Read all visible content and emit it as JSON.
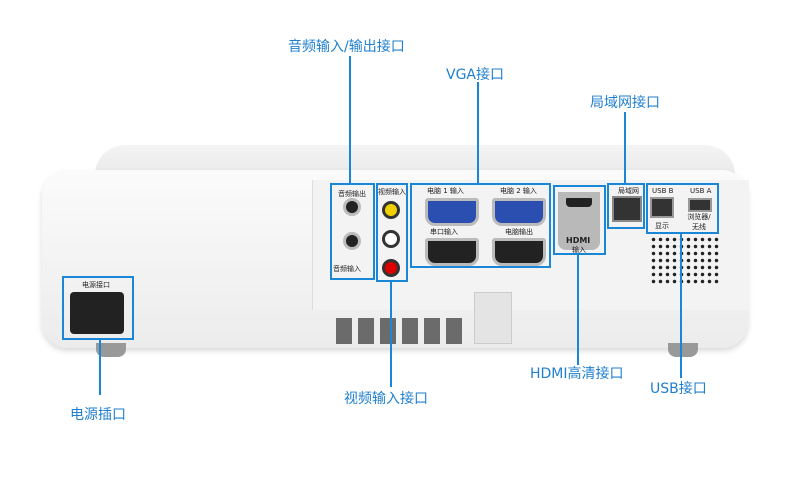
{
  "callouts": {
    "power": "电源插口",
    "audio": "音频输入/输出接口",
    "video": "视频输入接口",
    "vga": "VGA接口",
    "hdmi": "HDMI高清接口",
    "lan": "局域网接口",
    "usb": "USB接口"
  },
  "panel_labels": {
    "power_port": "电源接口",
    "audio_out": "音频输出",
    "audio_in": "音频输入",
    "video_in": "视频输入",
    "pc1_in": "电脑 1 输入",
    "pc2_in": "电脑 2 输入",
    "serial_in": "串口输入",
    "pc_out": "电脑输出",
    "hdmi_logo": "HDMI",
    "hdmi_in": "输入",
    "lan": "局域网",
    "usb_b": "USB B",
    "usb_b_sub": "显示",
    "usb_a": "USB A",
    "usb_a_sub": "浏览器/无线"
  },
  "colors": {
    "accent": "#1a86d6"
  }
}
